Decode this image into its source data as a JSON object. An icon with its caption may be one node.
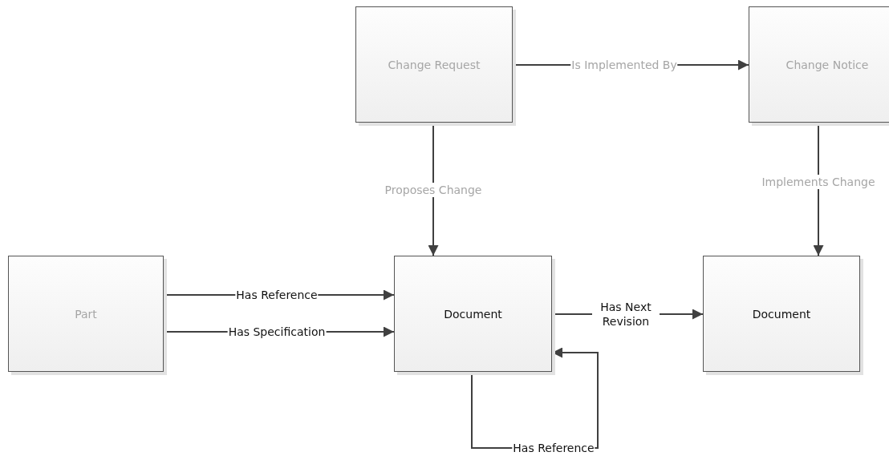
{
  "diagram": {
    "nodes": [
      {
        "text": [
          "Change Request"
        ]
      },
      {
        "text": [
          "Change Notice"
        ]
      },
      {
        "text": [
          "Part"
        ]
      },
      {
        "text": [
          "Document"
        ]
      },
      {
        "text": [
          "Document"
        ]
      }
    ],
    "edges": [
      {
        "from": 0,
        "to": 1,
        "arrow": "to",
        "label": "Is Implemented By"
      },
      {
        "from": 0,
        "to": 3,
        "arrow": "to",
        "label": "Proposes Change"
      },
      {
        "from": 1,
        "to": 4,
        "arrow": "to",
        "label": "Implements Change"
      },
      {
        "from": 2,
        "to": 3,
        "arrow": "to",
        "label": "Has Reference"
      },
      {
        "from": 2,
        "to": 3,
        "arrow": "to",
        "label": "Has Specification"
      },
      {
        "from": 3,
        "to": 4,
        "arrow": "to",
        "label": "Has Next Revision"
      },
      {
        "from": 3,
        "to": 3,
        "arrow": "to",
        "label": "Has Reference"
      }
    ]
  }
}
